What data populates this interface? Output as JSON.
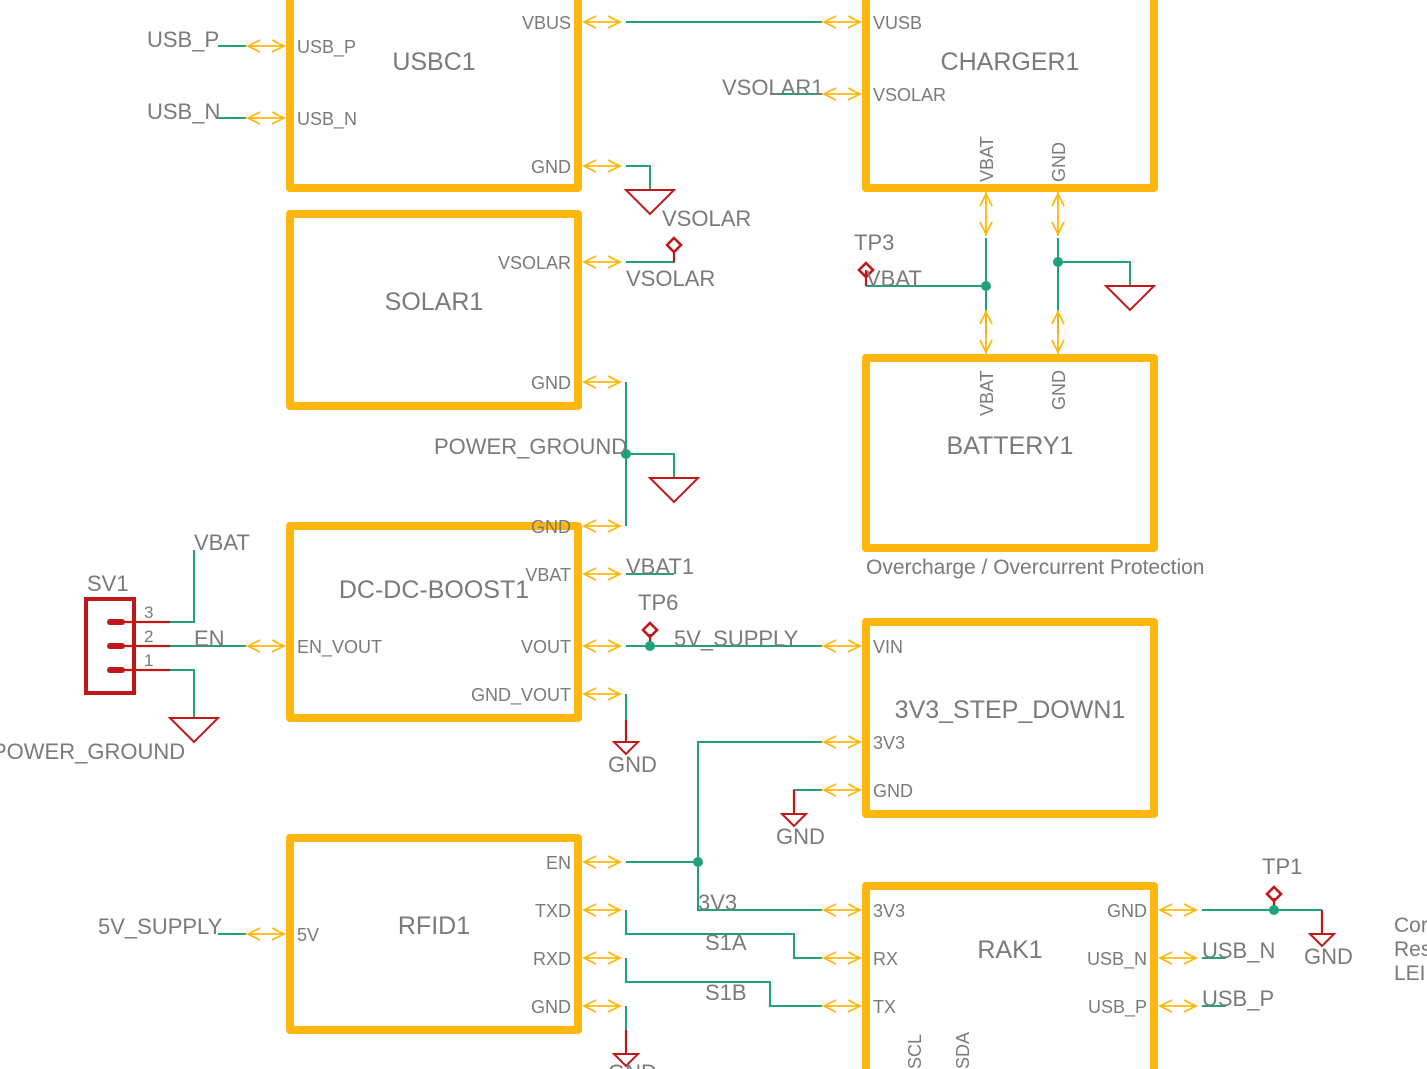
{
  "colors": {
    "part_outline": "#FFB70F",
    "wire": "#1fa27a",
    "symbol": "#c01818",
    "text": "#7a7a7a",
    "background": "#ffffff"
  },
  "parts": {
    "usbc": {
      "name": "USBC1",
      "pins": {
        "usb_p": "USB_P",
        "usb_n": "USB_N",
        "vbus": "VBUS",
        "gnd": "GND"
      }
    },
    "charger": {
      "name": "CHARGER1",
      "pins": {
        "vusb": "VUSB",
        "vsolar": "VSOLAR",
        "vbat": "VBAT",
        "gnd": "GND"
      }
    },
    "solar": {
      "name": "SOLAR1",
      "pins": {
        "vsolar": "VSOLAR",
        "gnd": "GND"
      }
    },
    "battery": {
      "name": "BATTERY1",
      "pins": {
        "vbat": "VBAT",
        "gnd": "GND"
      }
    },
    "boost": {
      "name": "DC-DC-BOOST1",
      "pins": {
        "gnd": "GND",
        "vbat": "VBAT",
        "en_vout": "EN_VOUT",
        "vout": "VOUT",
        "gnd_vout": "GND_VOUT"
      }
    },
    "stepdown": {
      "name": "3V3_STEP_DOWN1",
      "pins": {
        "vin": "VIN",
        "v3v3": "3V3",
        "gnd": "GND"
      }
    },
    "rfid": {
      "name": "RFID1",
      "pins": {
        "v5": "5V",
        "en": "EN",
        "txd": "TXD",
        "rxd": "RXD",
        "gnd": "GND"
      }
    },
    "rak": {
      "name": "RAK1",
      "pins": {
        "v3v3": "3V3",
        "rx": "RX",
        "tx": "TX",
        "gnd": "GND",
        "usb_n": "USB_N",
        "usb_p": "USB_P",
        "scl": "SCL",
        "sda": "SDA"
      }
    },
    "header": {
      "name": "SV1",
      "pins": [
        "3",
        "2",
        "1"
      ]
    }
  },
  "nets": {
    "usb_p_left": "USB_P",
    "usb_n_left": "USB_N",
    "vsolar1": "VSOLAR1",
    "vsolar_sym": "VSOLAR",
    "vsolar_net": "VSOLAR",
    "tp3": "TP3",
    "vbat_tp3": "VBAT",
    "power_ground": "POWER_GROUND",
    "vbat_header": "VBAT",
    "en": "EN",
    "power_ground_header": "POWER_GROUND",
    "vbat1": "VBAT1",
    "tp6": "TP6",
    "supply_5v": "5V_SUPPLY",
    "gnd_boost": "GND",
    "gnd_stepdown": "GND",
    "supply_5v_rfid": "5V_SUPPLY",
    "net_3v3": "3V3",
    "s1a": "S1A",
    "s1b": "S1B",
    "tp1": "TP1",
    "usb_n_right": "USB_N",
    "usb_p_right": "USB_P",
    "gnd_rak": "GND",
    "gnd_rfid": "GND"
  },
  "notes": {
    "protection": "Overcharge / Overcurrent Protection",
    "clipped_right": [
      "Cor",
      "Res",
      "LEI"
    ]
  }
}
